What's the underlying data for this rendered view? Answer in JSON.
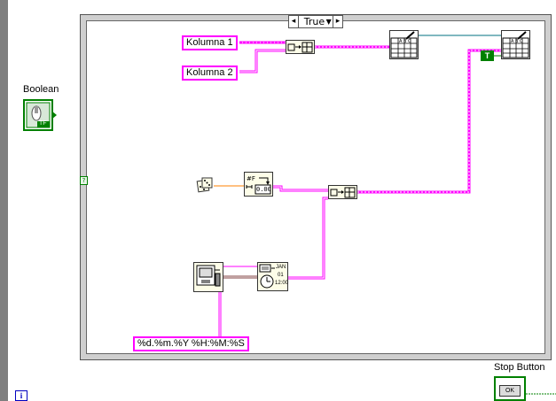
{
  "case_structure": {
    "selector_value": "True",
    "selector_left_arrow": "◂",
    "selector_dropdown": "▼",
    "selector_right_arrow": "▸"
  },
  "constants": {
    "column_1": "Kolumna 1",
    "column_2": "Kolumna 2",
    "date_format": "%d.%m.%Y %H:%M:%S",
    "true_constant": "T"
  },
  "controls": {
    "boolean_label": "Boolean",
    "boolean_tf": "TF",
    "stop_button_label": "Stop Button",
    "stop_button_ok": "OK"
  },
  "nodes": {
    "format_number_caption": "0.00",
    "datetime_caption_top": "JAN",
    "datetime_caption_mid": "01",
    "datetime_caption_bottom": "12:00",
    "case_tunnel": "?",
    "info_marker": "i"
  },
  "colors": {
    "string_wire": "#ff00ff",
    "numeric_wire": "#ff8000",
    "bool_wire": "#008000",
    "refnum_wire": "#007080",
    "timestamp_wire": "#804040",
    "frame_gray": "#cfcfcf"
  }
}
